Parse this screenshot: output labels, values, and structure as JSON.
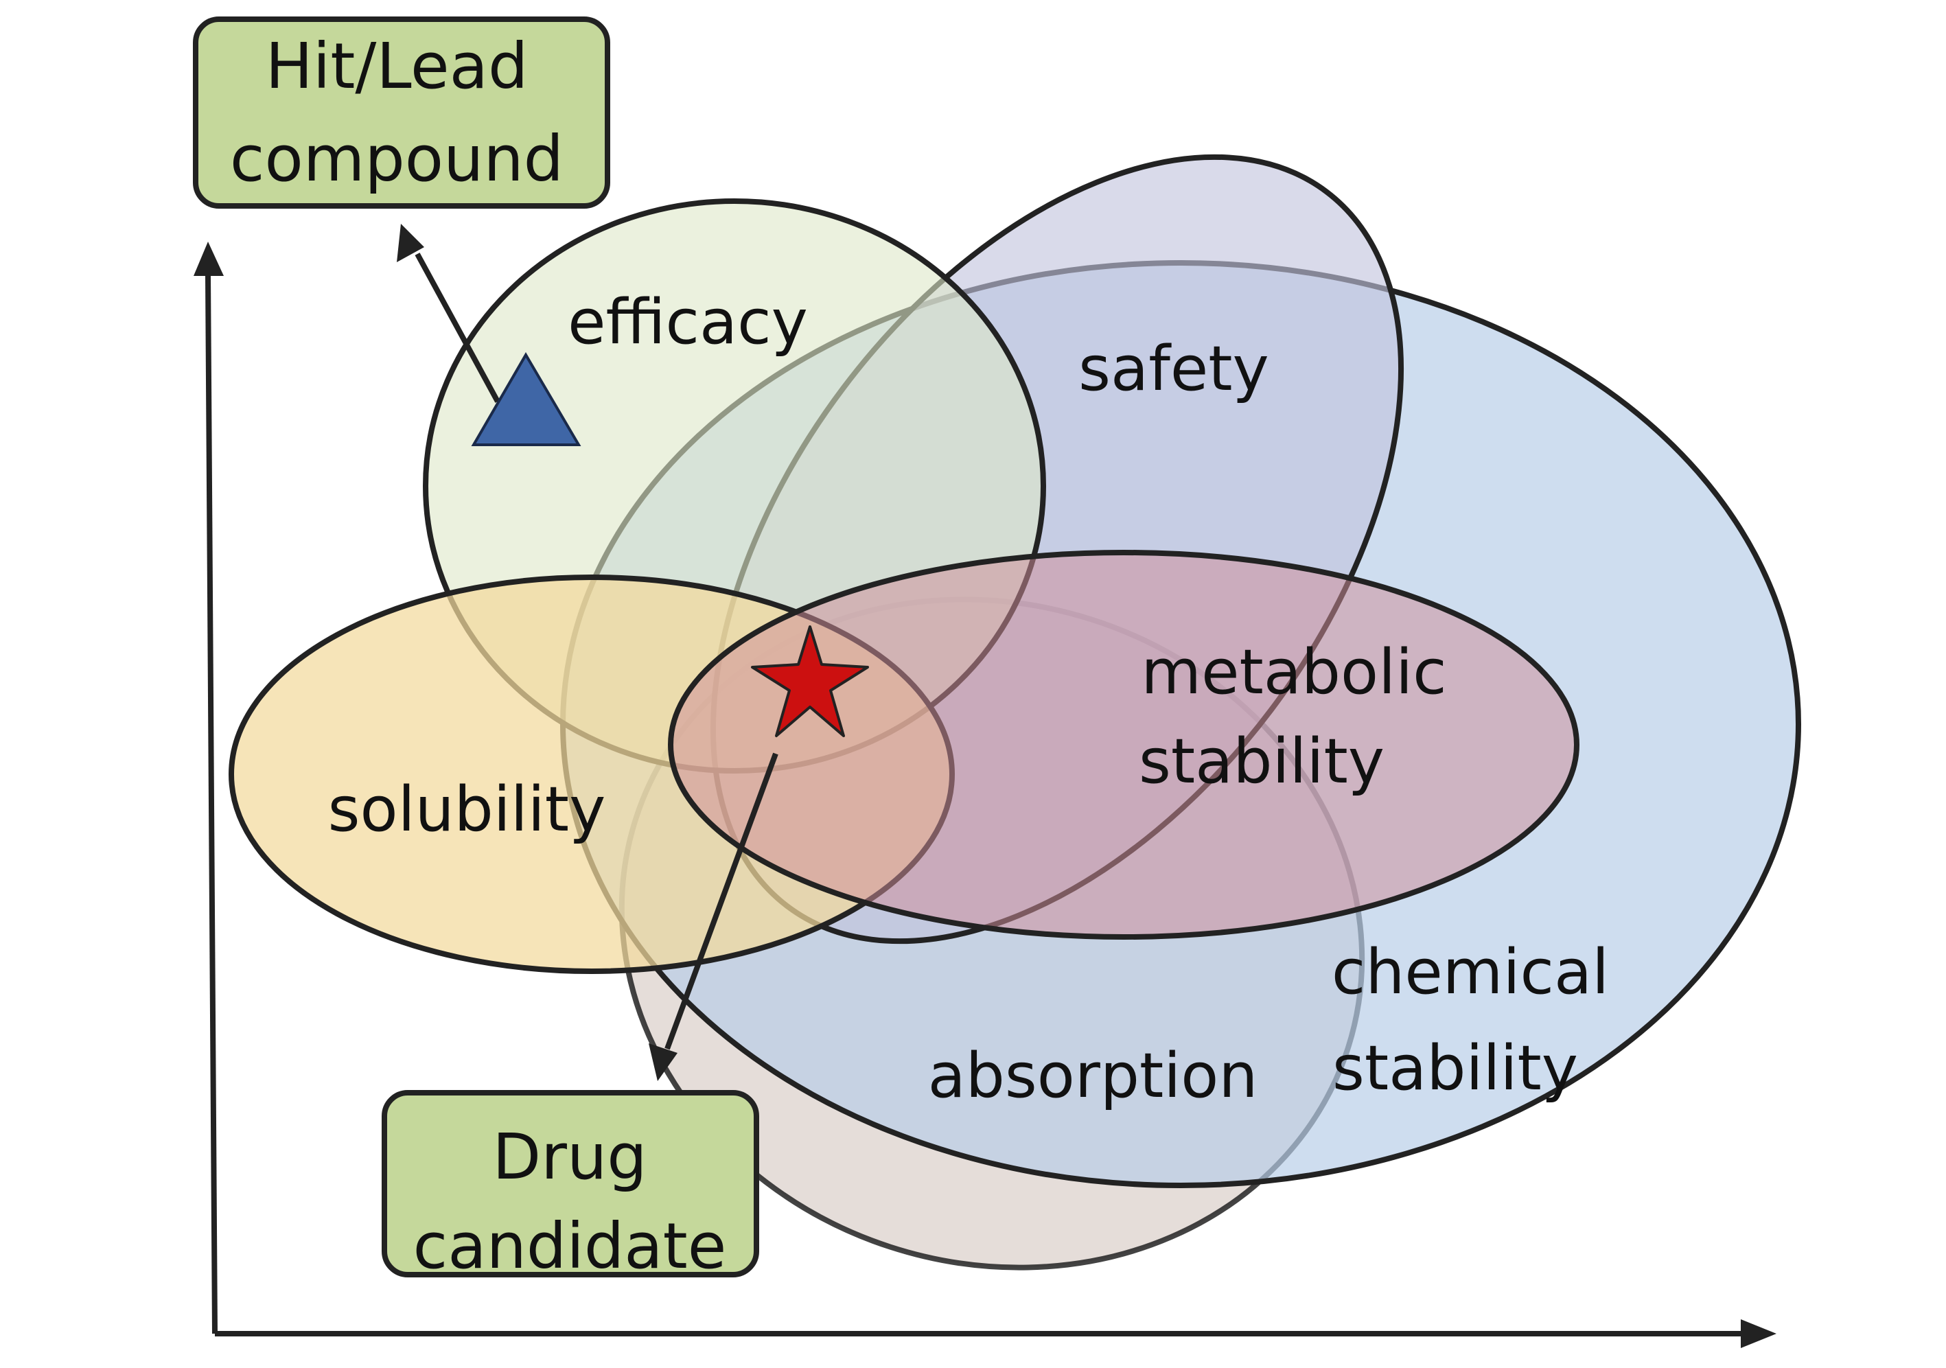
{
  "boxes": {
    "hit_lead": {
      "line1": "Hit/Lead",
      "line2": "compound"
    },
    "drug_candidate": {
      "line1": "Drug",
      "line2": "candidate"
    }
  },
  "properties": {
    "efficacy": {
      "label": "efficacy",
      "color": "#dde8c8"
    },
    "safety": {
      "label": "safety",
      "color": "#c2c3dd"
    },
    "chemical_stability": {
      "line1": "chemical",
      "line2": "stability",
      "color": "#b7cde8"
    },
    "metabolic_stability": {
      "line1": "metabolic",
      "line2": "stability",
      "color": "#d08d9a"
    },
    "solubility": {
      "label": "solubility",
      "color": "#f2da9c"
    },
    "absorption": {
      "label": "absorption",
      "color": "#d4c7bf"
    }
  },
  "colors": {
    "box_fill": "#c5d89b",
    "outline": "#222222",
    "hit_marker": "#3f66a6",
    "candidate_marker": "#cc1010"
  },
  "markers": {
    "hit": "triangle-icon",
    "candidate": "star-icon"
  }
}
